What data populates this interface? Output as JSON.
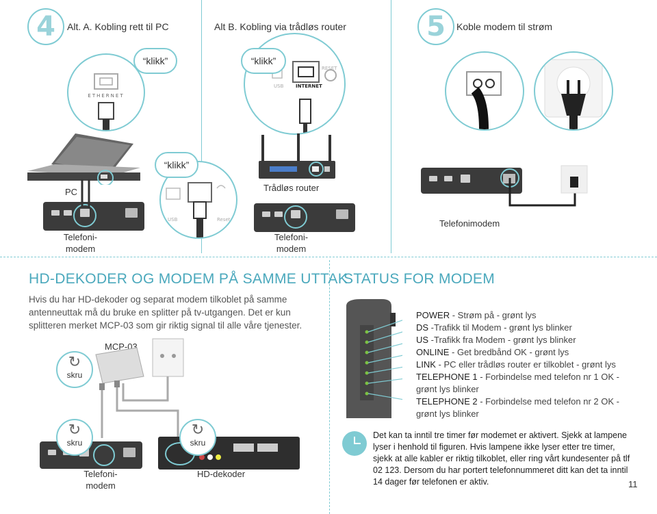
{
  "step4": {
    "number": "4",
    "alt_a": "Alt. A. Kobling rett til PC",
    "alt_b": "Alt B. Kobling via trådløs  router"
  },
  "step5": {
    "number": "5",
    "title": "Koble modem til strøm"
  },
  "bubbles": {
    "klikk1": "“klikk”",
    "klikk2": "“klikk”",
    "klikk3": "“klikk”"
  },
  "labels": {
    "ethernet": "ETHERNET",
    "usb": "USB",
    "reset": "RESET",
    "internet": "INTERNET",
    "usb2": "USB",
    "reset2": "Reset",
    "pc": "PC",
    "router": "Trådløs router",
    "modem_a": "Telefoni-\nmodem",
    "modem_b": "Telefoni-\nmodem",
    "modem_c": "Telefonimodem",
    "modem_d": "Telefoni-\nmodem",
    "mcp": "MCP-03",
    "hd": "HD-dekoder",
    "skru": "skru"
  },
  "hd_section": {
    "title": "HD-DEKODER OG MODEM PÅ SAMME UTTAK",
    "body": "Hvis du har HD-dekoder og separat modem tilkoblet på samme antenneuttak må du bruke en splitter på tv-utgangen. Det er kun splitteren merket MCP-03 som gir riktig signal til alle våre tjenester."
  },
  "status_section": {
    "title": "STATUS FOR MODEM",
    "items": [
      {
        "key": "POWER",
        "text": " - Strøm på - grønt lys"
      },
      {
        "key": "DS",
        "text": " -Trafikk til Modem - grønt lys blinker"
      },
      {
        "key": "US",
        "text": " -Trafikk fra Modem - grønt lys blinker"
      },
      {
        "key": "ONLINE",
        "text": " - Get bredbånd OK - grønt lys"
      },
      {
        "key": "LINK",
        "text": " - PC eller trådløs router er tilkoblet - grønt lys"
      },
      {
        "key": "TELEPHONE 1",
        "text": " - Forbindelse med telefon nr 1 OK -"
      },
      {
        "key": "",
        "text": "grønt lys blinker"
      },
      {
        "key": "TELEPHONE 2",
        "text": " - Forbindelse med telefon nr 2 OK -"
      },
      {
        "key": "",
        "text": "grønt lys blinker"
      }
    ],
    "note": "Det kan ta inntil tre timer før modemet er aktivert. Sjekk at lampene lyser i henhold til figuren. Hvis lampene ikke lyser etter tre timer, sjekk at alle kabler er riktig tilkoblet, eller ring vårt kundesenter på tlf 02 123. Dersom du har portert telefonnummeret ditt kan det ta inntil 14 dager før telefonen er aktiv."
  },
  "page_number": "11",
  "colors": {
    "accent": "#7fcbd3",
    "title": "#4aa8bc",
    "led": "#7cc242"
  }
}
